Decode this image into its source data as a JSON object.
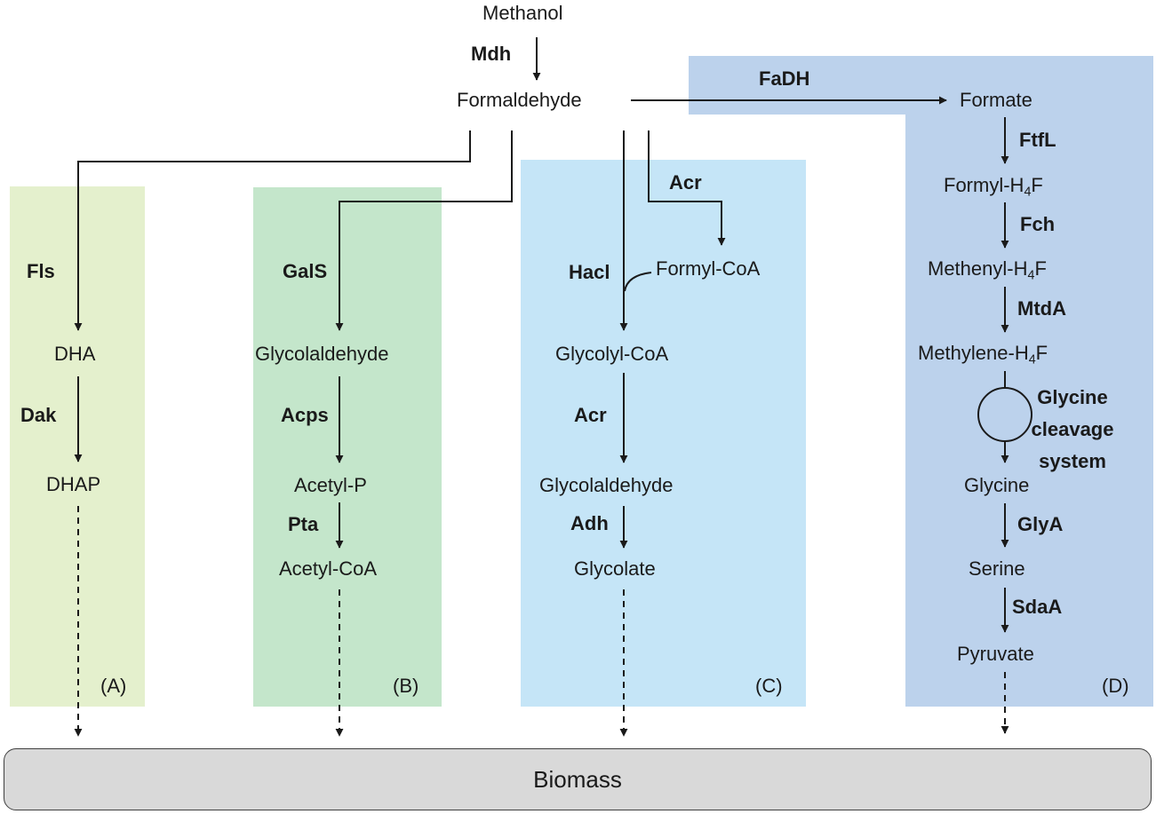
{
  "colors": {
    "panel_a": "#e4f0cd",
    "panel_b": "#c4e6cb",
    "panel_c": "#c5e5f7",
    "panel_d": "#bcd2ec",
    "biomass_fill": "#d9d9d9",
    "line": "#1a1a1a"
  },
  "metabolites": {
    "methanol": "Methanol",
    "formaldehyde": "Formaldehyde",
    "formate": "Formate",
    "dha": "DHA",
    "dhap": "DHAP",
    "glycolaldehyde_b": "Glycolaldehyde",
    "acetyl_p": "Acetyl-P",
    "acetyl_coa": "Acetyl-CoA",
    "formyl_coa": "Formyl-CoA",
    "glycolyl_coa": "Glycolyl-CoA",
    "glycolaldehyde_c": "Glycolaldehyde",
    "glycolate": "Glycolate",
    "formyl_h4f": "Formyl-H",
    "methenyl_h4f": "Methenyl-H",
    "methylene_h4f": "Methylene-H",
    "h4f_sub": "4",
    "h4f_suffix": "F",
    "glycine": "Glycine",
    "serine": "Serine",
    "pyruvate": "Pyruvate",
    "biomass": "Biomass"
  },
  "enzymes": {
    "mdh": "Mdh",
    "fadh": "FaDH",
    "fls": "Fls",
    "dak": "Dak",
    "gals": "GalS",
    "acps": "Acps",
    "pta": "Pta",
    "acr_top": "Acr",
    "hacl": "Hacl",
    "acr_mid": "Acr",
    "adh": "Adh",
    "ftfl": "FtfL",
    "fch": "Fch",
    "mtda": "MtdA",
    "glycine_cleavage": "Glycine cleavage system",
    "glya": "GlyA",
    "sdaa": "SdaA"
  },
  "panel_tags": {
    "a": "(A)",
    "b": "(B)",
    "c": "(C)",
    "d": "(D)"
  }
}
